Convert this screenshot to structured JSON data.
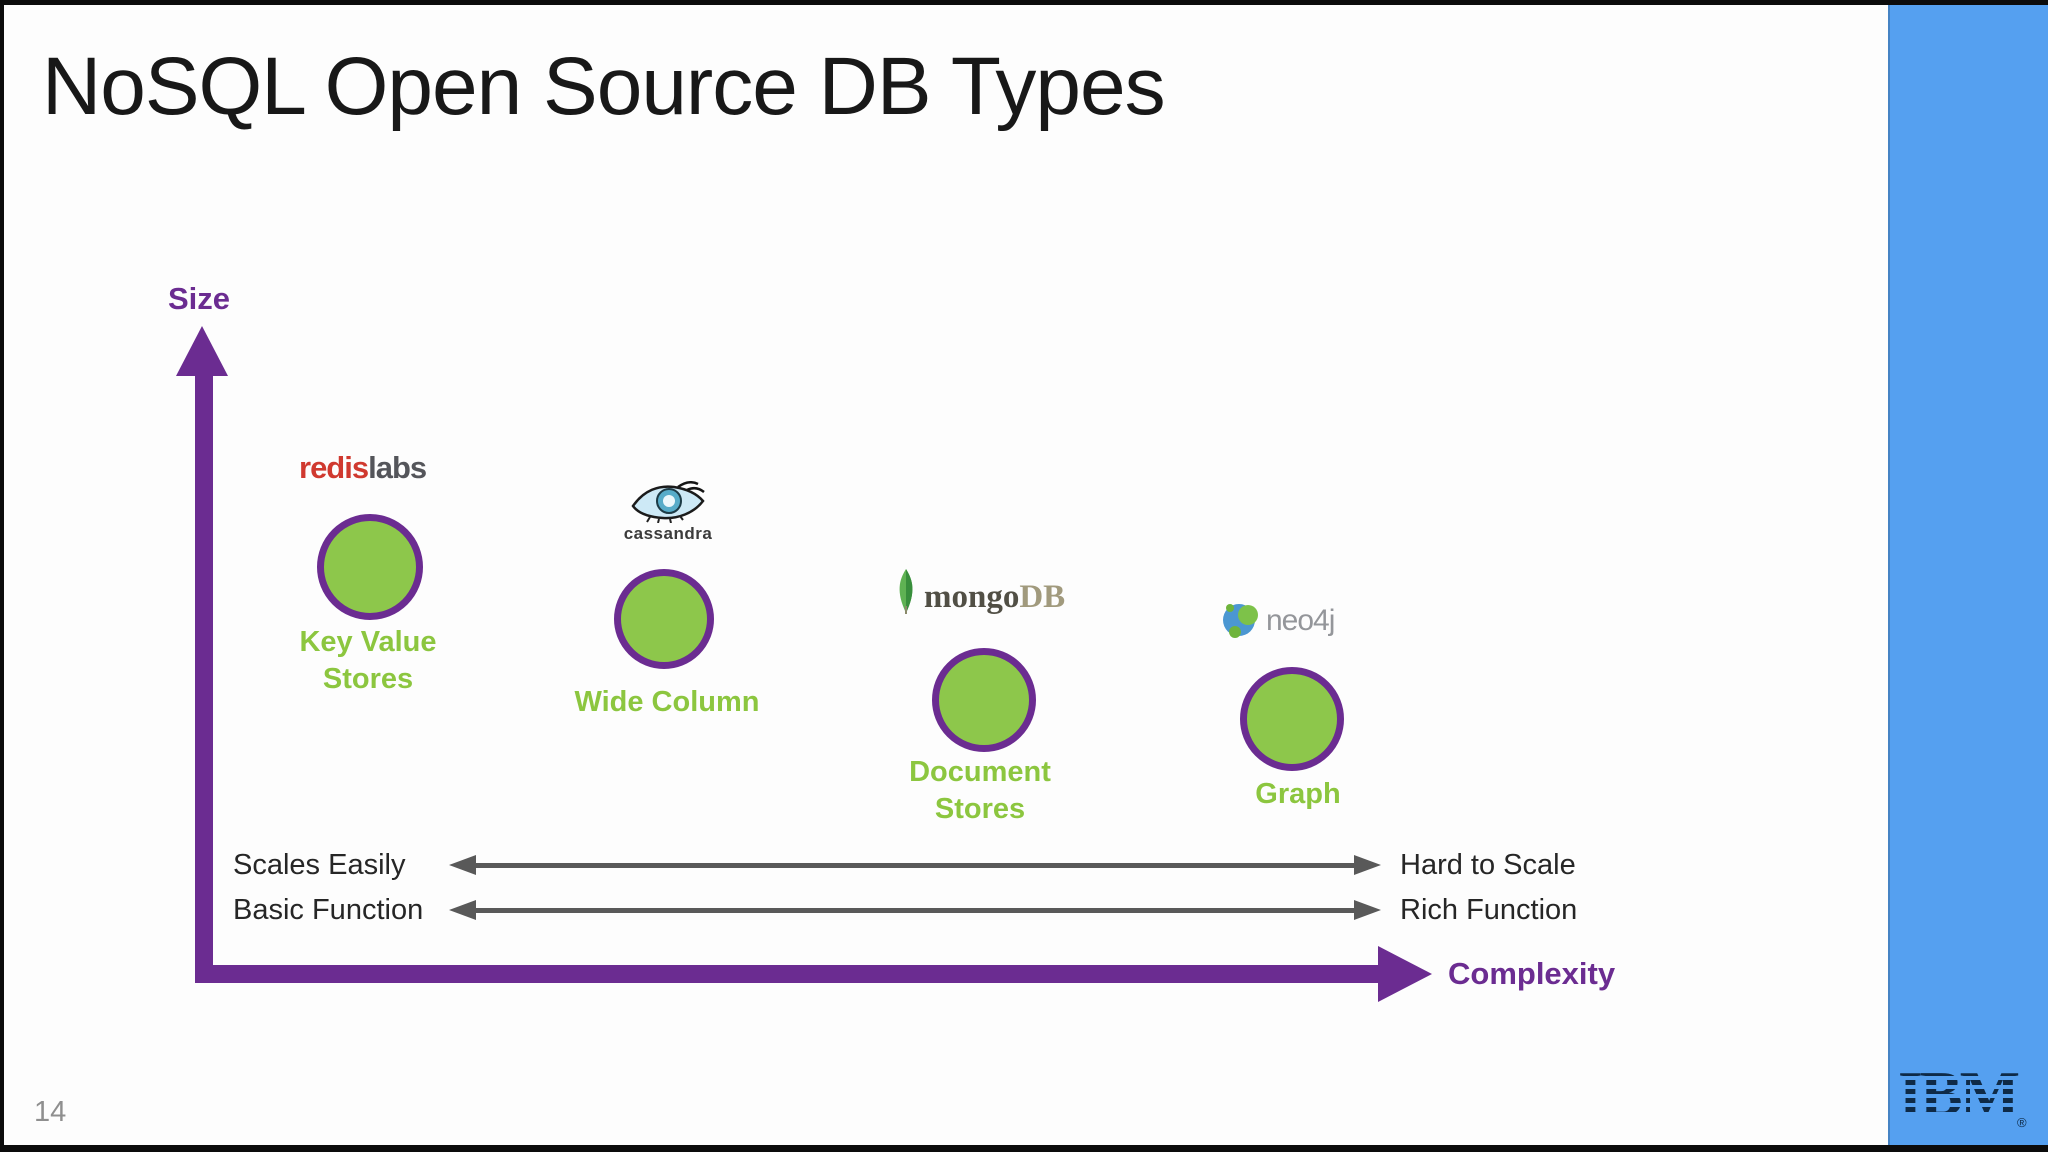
{
  "slide": {
    "title": "NoSQL Open Source DB Types",
    "page_number": "14"
  },
  "axes": {
    "y_label": "Size",
    "x_label": "Complexity"
  },
  "db_types": [
    {
      "name": "key-value-stores",
      "logo_icon": "redislabs-wordmark",
      "logo_primary": "redis",
      "logo_secondary": "labs",
      "label_line1": "Key Value",
      "label_line2": "Stores"
    },
    {
      "name": "wide-column",
      "logo_icon": "cassandra-eye-icon",
      "logo_text": "cassandra",
      "label_line1": "Wide Column"
    },
    {
      "name": "document-stores",
      "logo_icon": "mongodb-leaf-icon",
      "logo_primary": "mongo",
      "logo_secondary": "DB",
      "label_line1": "Document",
      "label_line2": "Stores"
    },
    {
      "name": "graph",
      "logo_icon": "neo4j-spheres-icon",
      "logo_text": "neo4j",
      "label_line1": "Graph"
    }
  ],
  "spectrum_rows": [
    {
      "left": "Scales Easily",
      "right": "Hard to Scale"
    },
    {
      "left": "Basic Function",
      "right": "Rich Function"
    }
  ],
  "branding": {
    "logo_text": "IBM",
    "registered_mark": "®"
  },
  "colors": {
    "accent_blue": "#55A0F0",
    "purple": "#6B2C91",
    "green_fill": "#8DC74B",
    "green_text": "#8CC63F",
    "arrow_gray": "#595959",
    "redis_red": "#D0392F",
    "edge_black": "#0C0C0C"
  }
}
